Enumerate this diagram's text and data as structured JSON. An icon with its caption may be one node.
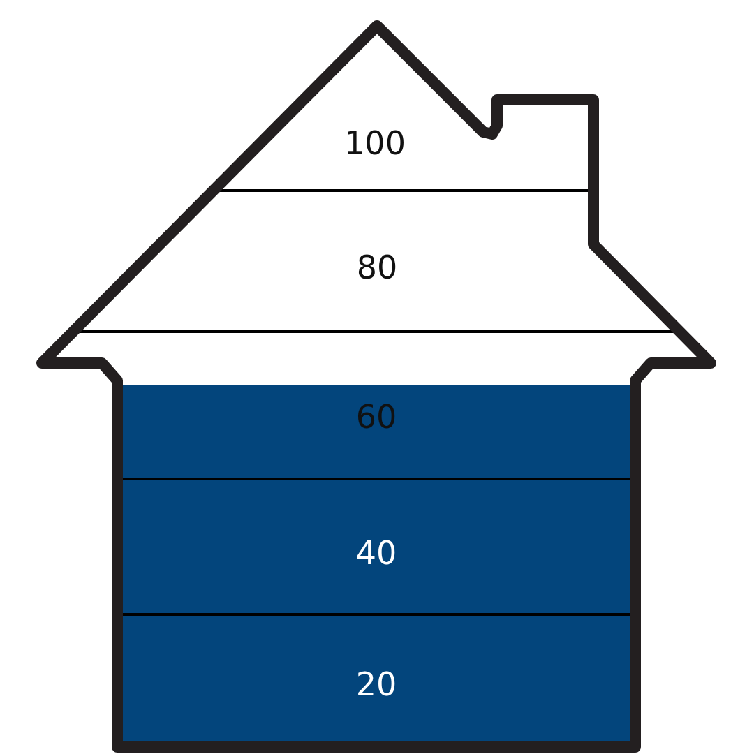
{
  "diagram": {
    "nodes": [
      {
        "text": [
          "100",
          "80",
          "60",
          "40",
          "20"
        ]
      }
    ]
  }
}
